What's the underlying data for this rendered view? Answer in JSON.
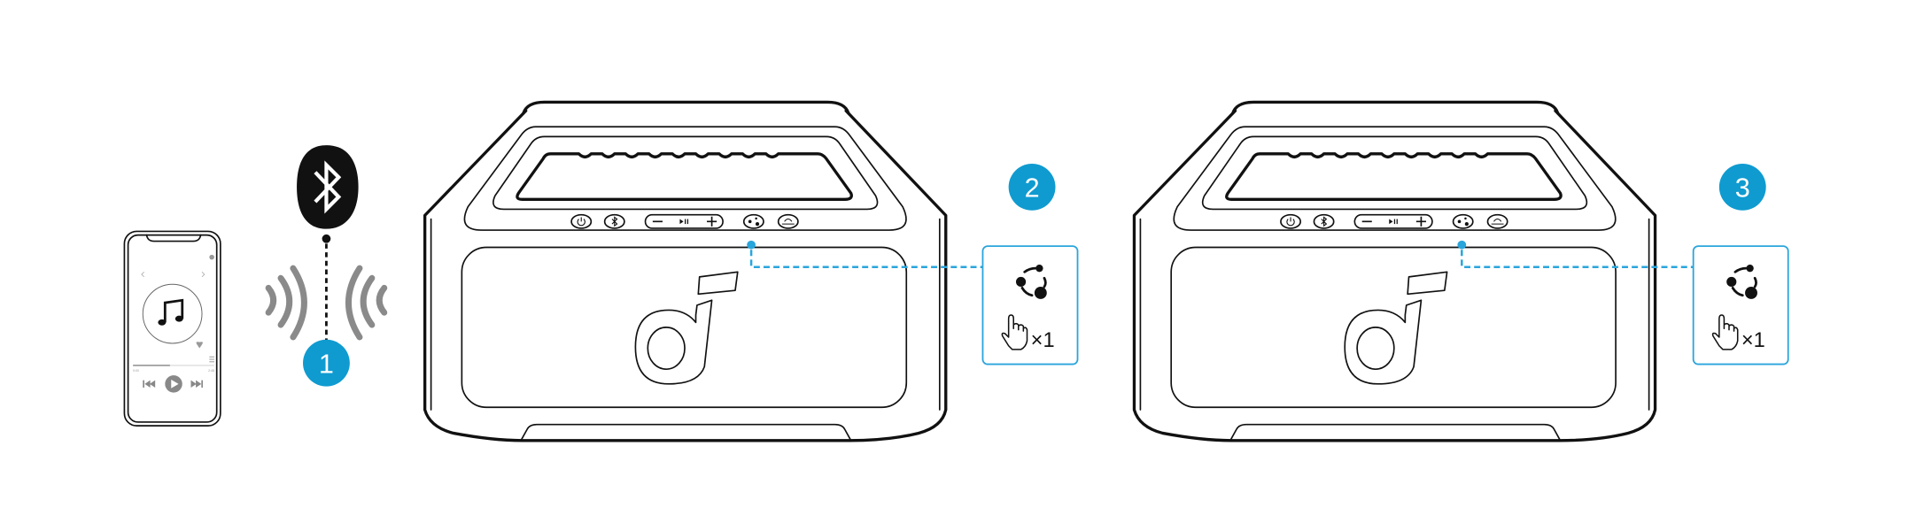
{
  "colors": {
    "accent": "#0f9bd0",
    "dash": "#2aa5dc",
    "line": "#111111",
    "wave": "#8a8a8a"
  },
  "steps": [
    {
      "number": "1",
      "icon": "bluetooth-icon"
    },
    {
      "number": "2",
      "icon": "partyplay-link-icon",
      "press": "×1"
    },
    {
      "number": "3",
      "icon": "partyplay-link-icon",
      "press": "×1"
    }
  ],
  "phone": {
    "time_elapsed": "0:00",
    "time_total": "2:48",
    "icon": "music-note-icon"
  },
  "speaker": {
    "buttons": [
      "power-icon",
      "bluetooth-icon",
      "volume-down-icon",
      "play-pause-icon",
      "volume-up-icon",
      "partyplay-icon",
      "bass-icon"
    ]
  }
}
